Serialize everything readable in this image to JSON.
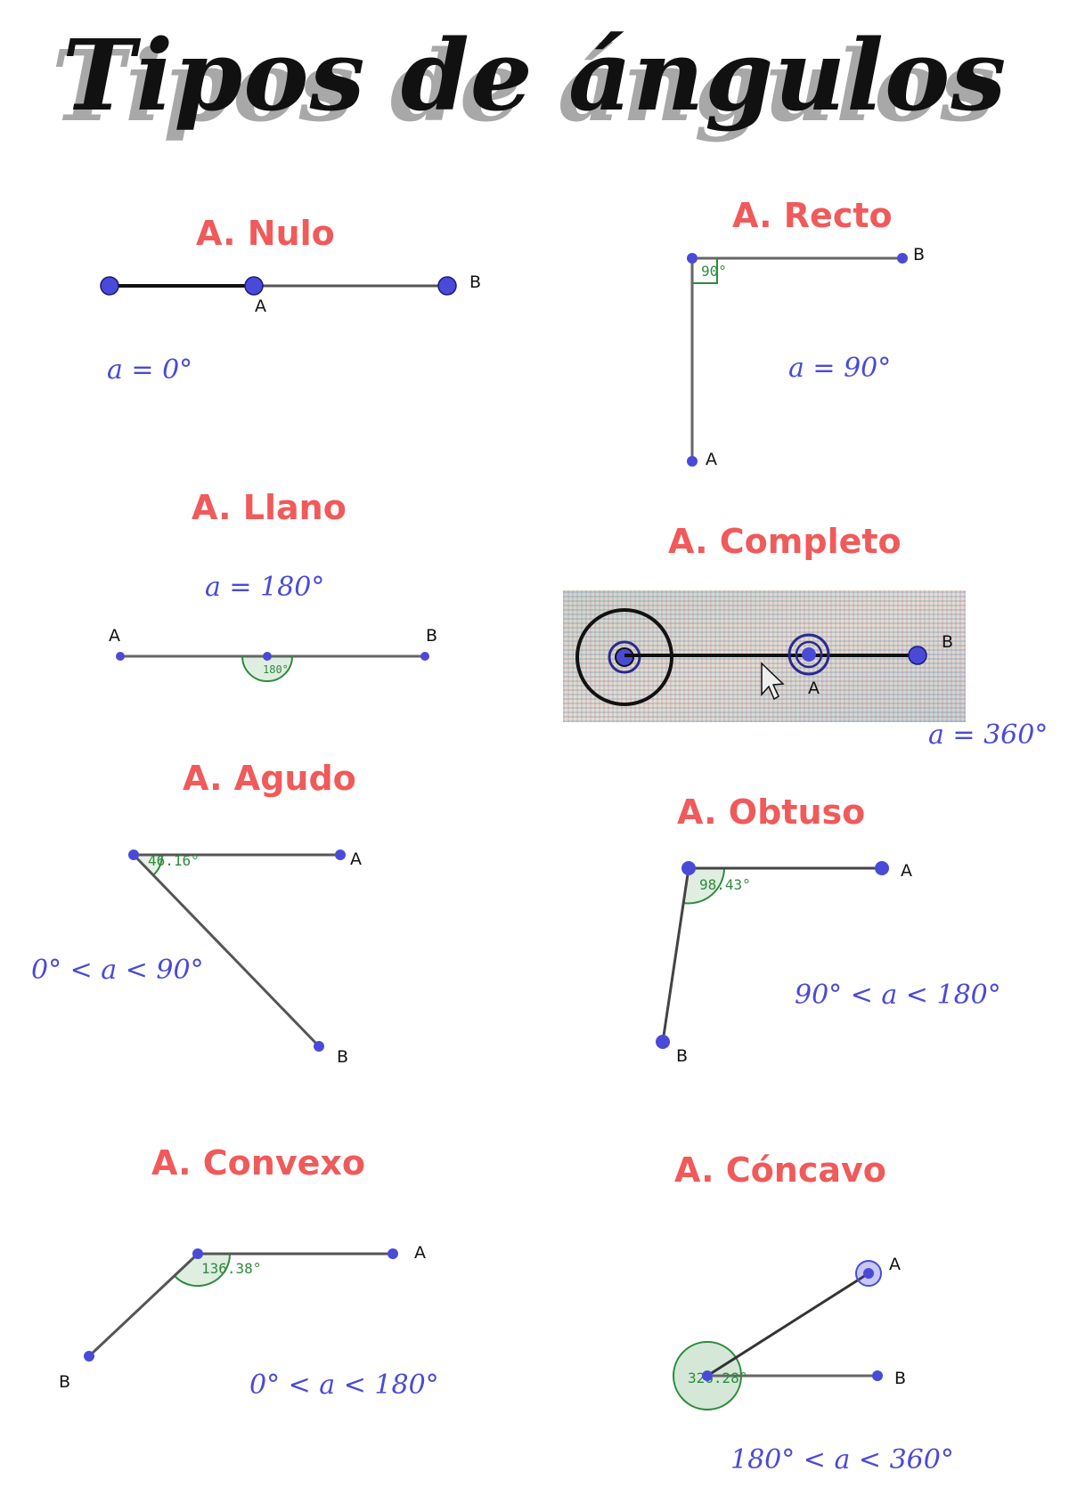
{
  "title": "Tipos de ángulos",
  "colors": {
    "heading": "#f05a5a",
    "formula": "#4a4ad8",
    "point": "#4a4ad8",
    "measure": "#2e8b3e"
  },
  "angles": {
    "nulo": {
      "heading": "A. Nulo",
      "formula": "a = 0°",
      "label_a": "A",
      "label_b": "B"
    },
    "recto": {
      "heading": "A. Recto",
      "formula": "a = 90°",
      "label_a": "A",
      "label_b": "B",
      "measure": "90°"
    },
    "llano": {
      "heading": "A. Llano",
      "formula": "a = 180°",
      "label_a": "A",
      "label_b": "B",
      "measure": "180°"
    },
    "completo": {
      "heading": "A. Completo",
      "formula": "a = 360°",
      "label_a": "A",
      "label_b": "B"
    },
    "agudo": {
      "heading": "A. Agudo",
      "formula": "0° < a < 90°",
      "label_a": "A",
      "label_b": "B",
      "measure": "46.16°"
    },
    "obtuso": {
      "heading": "A. Obtuso",
      "formula": "90° < a < 180°",
      "label_a": "A",
      "label_b": "B",
      "measure": "98.43°"
    },
    "convexo": {
      "heading": "A. Convexo",
      "formula": "0° < a < 180°",
      "label_a": "A",
      "label_b": "B",
      "measure": "136.38°"
    },
    "concavo": {
      "heading": "A. Cóncavo",
      "formula": "180° < a < 360°",
      "label_a": "A",
      "label_b": "B",
      "measure": "326.28°"
    }
  }
}
